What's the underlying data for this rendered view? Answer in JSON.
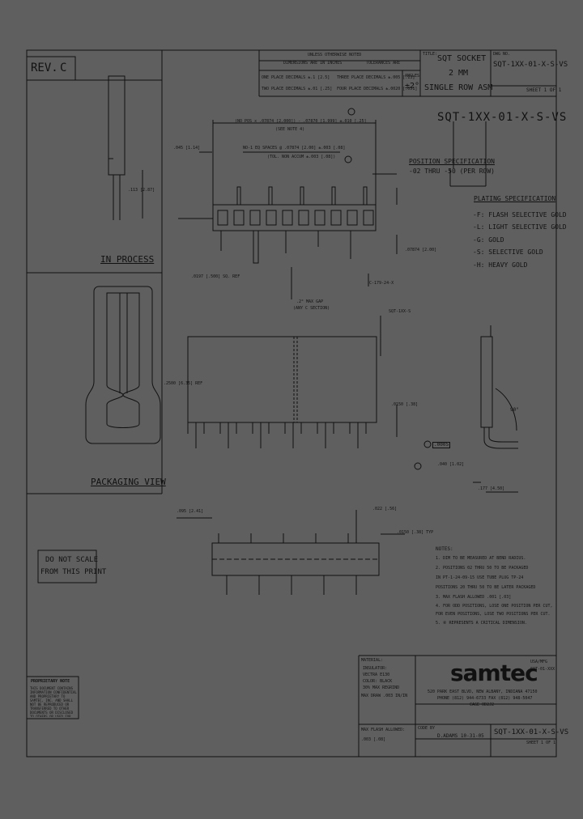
{
  "rev": {
    "label": "REV.",
    "value": "C"
  },
  "title_block": {
    "unless_note": "UNLESS OTHERWISE NOTED",
    "dim_inches": "DIMENSIONS ARE IN INCHES",
    "tolerances": "TOLERANCES ARE",
    "one_place": "ONE PLACE DECIMALS ±.1 [2.5]",
    "two_place": "TWO PLACE DECIMALS ±.01 [.25]",
    "three_place": "THREE PLACE DECIMALS ±.005 [.13]",
    "four_place": "FOUR PLACE DECIMALS ±.0020 [.051]",
    "angles_label": "ANGLES",
    "angles_value": "±2°",
    "title_label": "TITLE:",
    "title_line1": "SQT SOCKET",
    "title_line2": "2 MM",
    "title_line3": "SINGLE ROW ASM",
    "dwg_label": "DWG NO.",
    "dwg_no": "SQT-1XX-01-X-S-VS",
    "sheet": "SHEET 1 OF 1"
  },
  "part_number": {
    "code": "SQT-1XX-01-X-S-VS",
    "position_title": "POSITION SPECIFICATION",
    "position_range": "-02 THRU -50 (PER ROW)",
    "plating_title": "PLATING SPECIFICATION",
    "plating": [
      "-F:  FLASH SELECTIVE GOLD",
      "-L:  LIGHT SELECTIVE GOLD",
      "-G:  GOLD",
      "-S:  SELECTIVE GOLD",
      "-H:  HEAVY GOLD"
    ]
  },
  "dims": {
    "overall": "(NO POS x .07874 [2.000]) - .07870 [1.999] ±.010 [.25]",
    "see_note": "(SEE NOTE 4)",
    "pitch": "NO-1 EQ SPACES @ .07874 [2.00] ±.003 [.08]",
    "non_accum": "(TOL. NON ACCUM ±.003 [.08])",
    "left_w": ".045 [1.14]",
    "pin_sq": ".0197 [.500] SQ. REF",
    "pitch2": ".07874 [2.00]",
    "draw_ref": "C-179-24-X",
    "gap": ".2° MAX GAP",
    "gap2": "(ANY C SECTION)",
    "s_label": "SQT-1XX-S",
    "height": ".2500 [6.35] REF",
    "right_h": ".0150 [.38]",
    "bend": ".0005",
    "bot1": ".040 [1.02]",
    "bot2": ".177 [4.50]",
    "angle": "90°",
    "left_bot": ".095 [2.41]",
    "right_bot": ".022 [.56]",
    "right_bot2": ".0150 [.38] TYP",
    "side_h": ".113 [2.87]"
  },
  "notes": {
    "title": "NOTES:",
    "lines": [
      "1.  DIM TO BE MEASURED AT BEND RADIUS.",
      "2.  POSITIONS 02 THRU 50 TO BE PACKAGED",
      "    IN PT-1-24-09-15 USE TUBE PLUG TP-24",
      "    POSITIONS 20 THRU 50 TO BE LATER PACKAGED",
      "3.  MAX FLASH ALLOWED .001 [.03]",
      "4.  FOR ODD POSITIONS, LOSE ONE POSITION PER CUT,",
      "    FOR EVEN POSITIONS, LOSE TWO POSITIONS PER CUT.",
      "5.  ⑥ REPRESENTS A CRITICAL DIMENSION."
    ]
  },
  "labels": {
    "in_process": "IN PROCESS",
    "packaging": "PACKAGING VIEW",
    "do_not_scale_1": "DO NOT SCALE",
    "do_not_scale_2": "FROM THIS PRINT",
    "proprietary_title": "PROPRIETARY NOTE",
    "proprietary_body": "THIS DOCUMENT CONTAINS INFORMATION CONFIDENTIAL AND PROPRIETARY TO SAMTEC, INC. AND SHALL NOT BE REPRODUCED OR TRANSFERRED TO OTHER DOCUMENTS OR DISCLOSED TO OTHERS OR USED FOR MANUFACTURING OR ANY OTHER PURPOSE WITHOUT THE WRITTEN PERMISSION OF SAMTEC INCORPORATED"
  },
  "material": {
    "label": "MATERIAL:",
    "lines": [
      "INSULATOR:",
      "VECTRA E130",
      "COLOR: BLACK",
      "30% MAX REGRIND"
    ],
    "draw_mirror": "MAX DRAW .003 IN/IN",
    "flash_label": "MAX FLASH ALLOWED:",
    "flash_value": ".003 [.08]"
  },
  "company": {
    "logo": "samtec",
    "addr1": "520 PARK EAST BLVD, NEW ALBANY, INDIANA 47150",
    "addr2": "PHONE (812) 944-6733  FAX (812) 948-5047",
    "addr3": "CAGE 0D2J2",
    "tag1": "USA/MFG",
    "tag2": "SQT-01-XXX"
  },
  "bottom": {
    "code_label": "CODE BY",
    "drawn": "D.ADAMS  10-31-05",
    "dwg_no": "SQT-1XX-01-X-S-VS",
    "sheet": "SHEET 1 OF 1"
  }
}
